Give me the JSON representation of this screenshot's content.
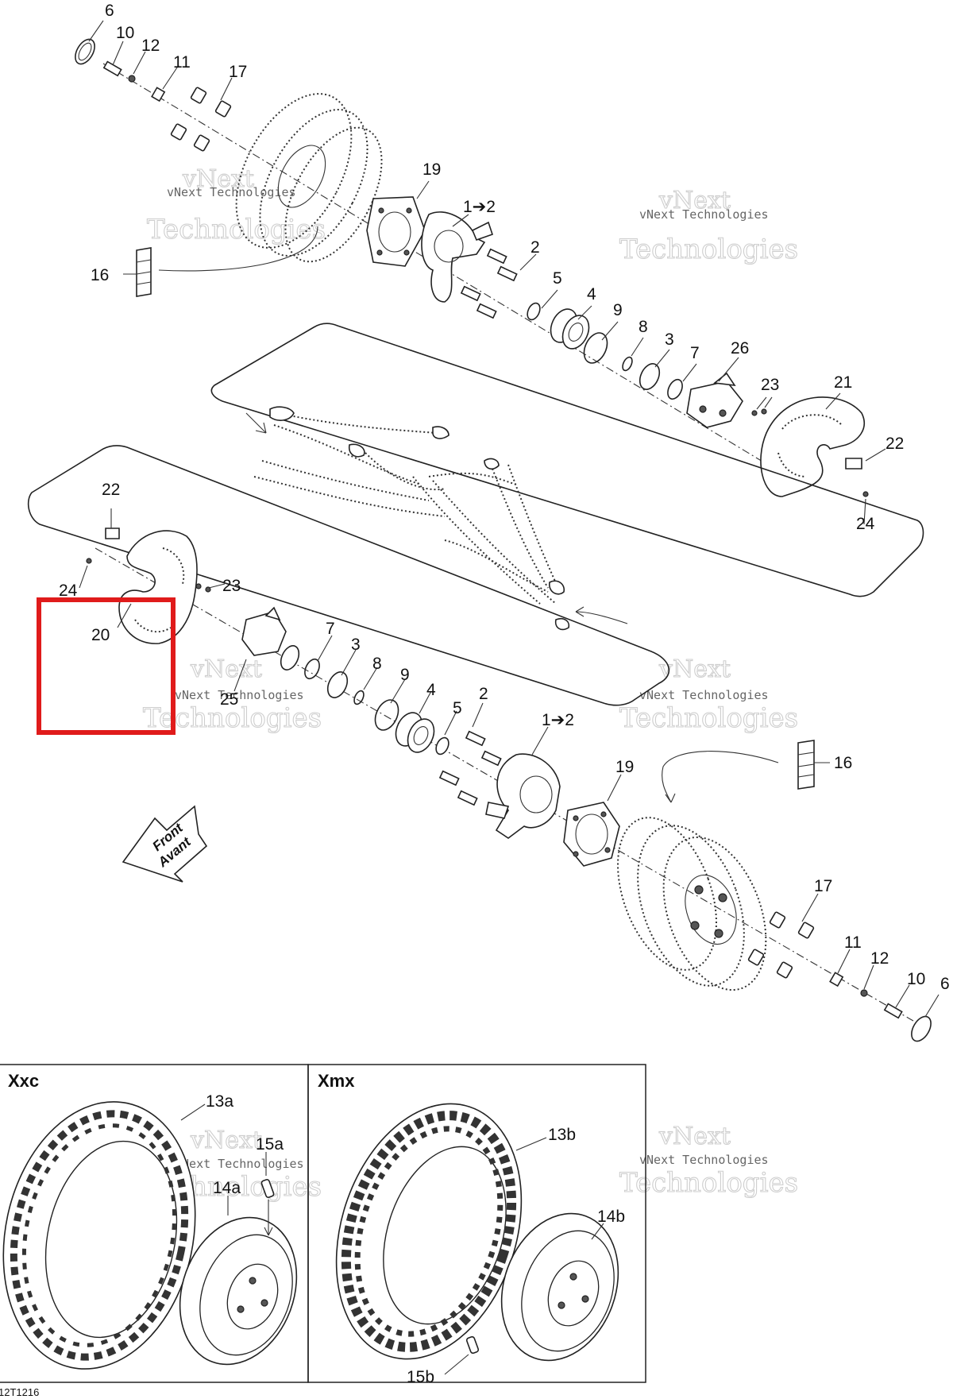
{
  "diagram": {
    "drawing_code": "12T1216",
    "callouts": {
      "c6_top": "6",
      "c10_top": "10",
      "c12_top": "12",
      "c11_top": "11",
      "c17_top": "17",
      "c19_top": "19",
      "c1to2_top": "1➔2",
      "c2_top": "2",
      "c16_top": "16",
      "c5_top": "5",
      "c4_top": "4",
      "c9_top": "9",
      "c8_top": "8",
      "c3_top": "3",
      "c7_top": "7",
      "c26": "26",
      "c23_right": "23",
      "c21": "21",
      "c22_right": "22",
      "c24_right": "24",
      "c22_left": "22",
      "c24_left": "24",
      "c23_left": "23",
      "c20": "20",
      "c25": "25",
      "c7_bot": "7",
      "c3_bot": "3",
      "c8_bot": "8",
      "c9_bot": "9",
      "c4_bot": "4",
      "c5_bot": "5",
      "c2_bot": "2",
      "c1to2_bot": "1➔2",
      "c19_bot": "19",
      "c16_bot": "16",
      "c17_bot": "17",
      "c11_bot": "11",
      "c12_bot": "12",
      "c10_bot": "10",
      "c6_bot": "6",
      "c13a": "13a",
      "c15a": "15a",
      "c14a": "14a",
      "c13b": "13b",
      "c14b": "14b",
      "c15b": "15b"
    },
    "front_label": {
      "line1": "Front",
      "line2": "Avant"
    },
    "variants": {
      "left": "Xxc",
      "right": "Xmx"
    },
    "watermark": {
      "line1": "vNext",
      "line2": "Technologies",
      "small": "vNext Technologies"
    },
    "highlight": {
      "target": "20",
      "color": "#e01b1b"
    }
  }
}
